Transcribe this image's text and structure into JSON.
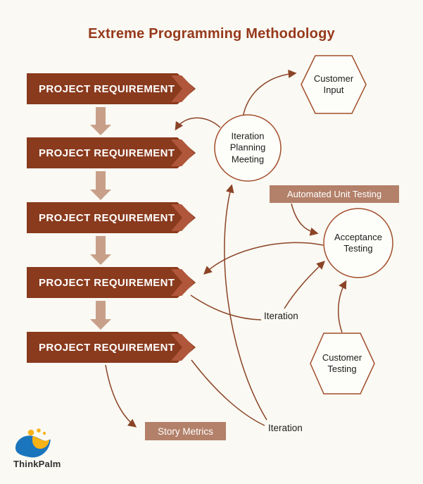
{
  "title": "Extreme Programming Methodology",
  "banners": {
    "labels": [
      "PROJECT REQUIREMENT",
      "PROJECT REQUIREMENT",
      "PROJECT REQUIREMENT",
      "PROJECT REQUIREMENT",
      "PROJECT REQUIREMENT"
    ]
  },
  "nodes": {
    "customer_input": "Customer\nInput",
    "iteration_planning_meeting": "Iteration\nPlanning\nMeeting",
    "acceptance_testing": "Acceptance\nTesting",
    "customer_testing": "Customer\nTesting"
  },
  "tags": {
    "automated_unit_testing": "Automated Unit Testing",
    "story_metrics": "Story Metrics"
  },
  "annotations": {
    "iteration_mid": "Iteration",
    "iteration_bottom": "Iteration"
  },
  "logo": {
    "text": "ThinkPalm"
  },
  "colors": {
    "background": "#FAF9F3",
    "title": "#96391B",
    "banner_dark": "#8A3A1D",
    "banner_chevron": "#B0563A",
    "connector": "#8B4426",
    "shape_outline": "#A24E2B",
    "tag_fill": "#B38069",
    "step_arrow": "#C8A08A",
    "logo_blue": "#1B75BC",
    "logo_yellow": "#F9B216"
  }
}
